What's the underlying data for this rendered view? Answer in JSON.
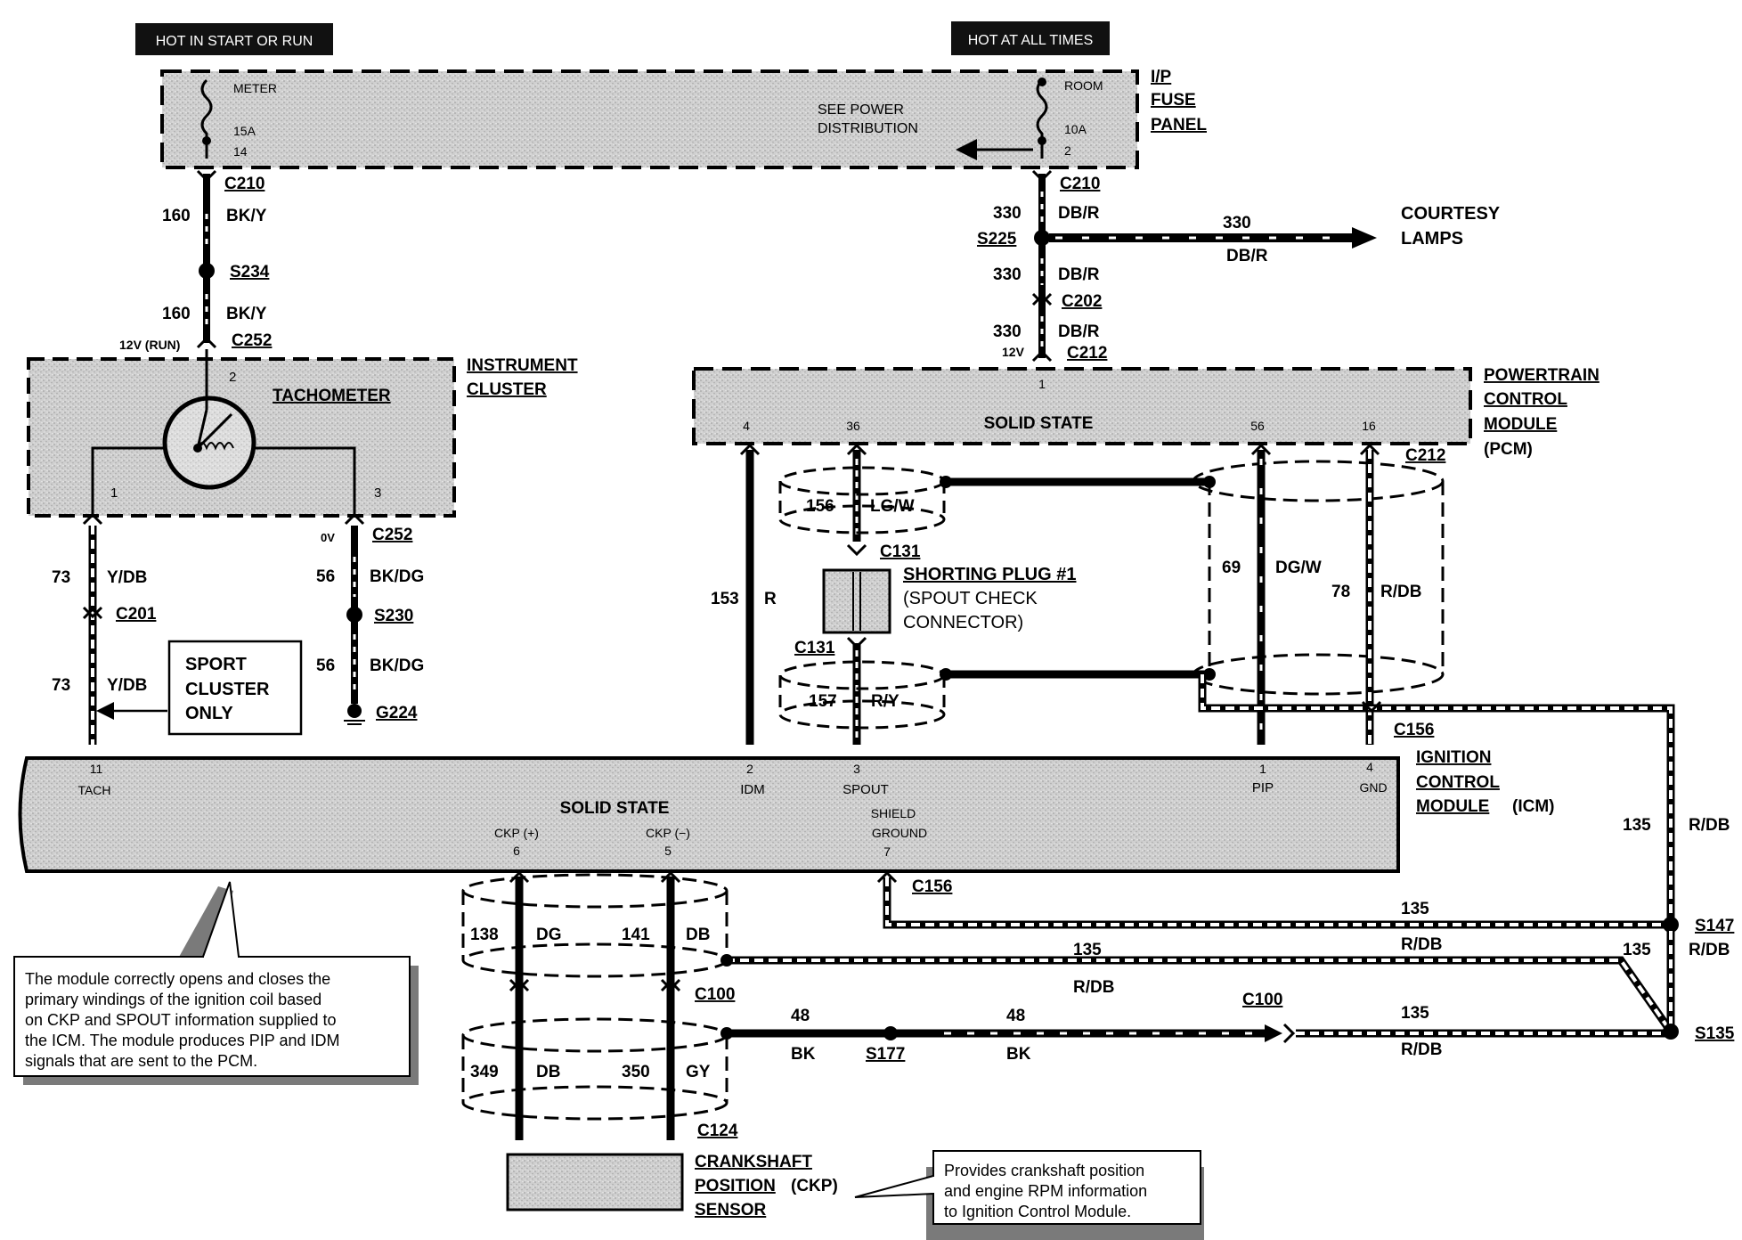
{
  "headers": {
    "start_run": "HOT IN START OR RUN",
    "all_times": "HOT AT ALL TIMES"
  },
  "fuse_panel": {
    "label1": "I/P",
    "label2": "FUSE",
    "label3": "PANEL",
    "meter": "METER",
    "meter_amp": "15A",
    "meter_pin": "14",
    "room": "ROOM",
    "room_amp": "10A",
    "room_pin": "2",
    "see1": "SEE POWER",
    "see2": "DISTRIBUTION"
  },
  "connectors": {
    "c210a": "C210",
    "c210b": "C210",
    "c252a": "C252",
    "c252b": "C252",
    "c201": "C201",
    "c202": "C202",
    "c212a": "C212",
    "c212b": "C212",
    "c131a": "C131",
    "c131b": "C131",
    "c156a": "C156",
    "c156b": "C156",
    "c100a": "C100",
    "c100b": "C100",
    "c124": "C124"
  },
  "splices": {
    "s234": "S234",
    "s225": "S225",
    "s230": "S230",
    "s147": "S147",
    "s135": "S135",
    "s177": "S177"
  },
  "grounds": {
    "g224": "G224"
  },
  "wires": {
    "w160": "160",
    "bky": "BK/Y",
    "w330": "330",
    "dbr": "DB/R",
    "w73": "73",
    "ydb": "Y/DB",
    "w56": "56",
    "bkdg": "BK/DG",
    "w153": "153",
    "r": "R",
    "w156": "156",
    "lgw": "LG/W",
    "w157": "157",
    "ry": "R/Y",
    "w69": "69",
    "dgw": "DG/W",
    "w78": "78",
    "rdb": "R/DB",
    "w135": "135",
    "w138": "138",
    "dg": "DG",
    "w141": "141",
    "db": "DB",
    "w349": "349",
    "w350": "350",
    "gy": "GY",
    "w48": "48",
    "bk": "BK"
  },
  "voltages": {
    "v12run": "12V (RUN)",
    "v12": "12V",
    "v0": "0V"
  },
  "courtesy": {
    "l1": "COURTESY",
    "l2": "LAMPS"
  },
  "instrument_cluster": {
    "l1": "INSTRUMENT",
    "l2": "CLUSTER",
    "tach": "TACHOMETER",
    "p1": "1",
    "p2": "2",
    "p3": "3"
  },
  "sport": {
    "l1": "SPORT",
    "l2": "CLUSTER",
    "l3": "ONLY"
  },
  "pcm": {
    "l1": "POWERTRAIN",
    "l2": "CONTROL",
    "l3": "MODULE",
    "l4": "(PCM)",
    "solid": "SOLID STATE",
    "p1": "1",
    "p4": "4",
    "p36": "36",
    "p56": "56",
    "p16": "16"
  },
  "shorting": {
    "l1": "SHORTING PLUG #1",
    "l2": "(SPOUT CHECK",
    "l3": "CONNECTOR)"
  },
  "icm": {
    "l1": "IGNITION",
    "l2": "CONTROL",
    "l3": "MODULE",
    "l4": "(ICM)",
    "solid": "SOLID STATE",
    "p11": "11",
    "tach": "TACH",
    "p2": "2",
    "idm": "IDM",
    "p3": "3",
    "spout": "SPOUT",
    "p1": "1",
    "pip": "PIP",
    "p4": "4",
    "gnd": "GND",
    "ckpp": "CKP (+)",
    "p6": "6",
    "ckpm": "CKP (−)",
    "p5": "5",
    "shield1": "SHIELD",
    "shield2": "GROUND",
    "p7": "7"
  },
  "ckp": {
    "l1": "CRANKSHAFT",
    "l2": "POSITION",
    "l3": "(CKP)",
    "l4": "SENSOR"
  },
  "notes": {
    "left": [
      "The module correctly opens and closes the",
      "primary windings of the ignition coil based",
      "on CKP and SPOUT information supplied to",
      "the ICM. The module produces PIP and IDM",
      "signals that are sent to the PCM."
    ],
    "right": [
      "Provides crankshaft position",
      "and engine RPM information",
      "to Ignition Control Module."
    ]
  }
}
